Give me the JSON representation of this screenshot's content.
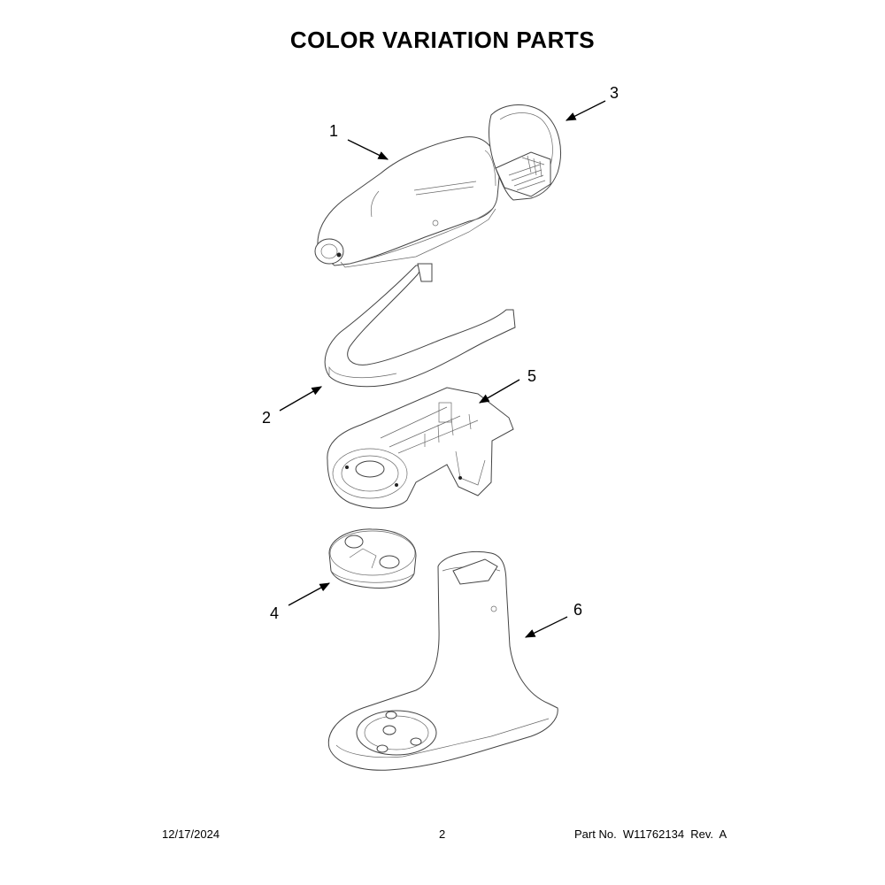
{
  "title": "COLOR VARIATION PARTS",
  "callouts": [
    "1",
    "2",
    "3",
    "4",
    "5",
    "6"
  ],
  "footer": {
    "date": "12/17/2024",
    "page": "2",
    "part": "Part No.  W11762134  Rev.  A"
  }
}
